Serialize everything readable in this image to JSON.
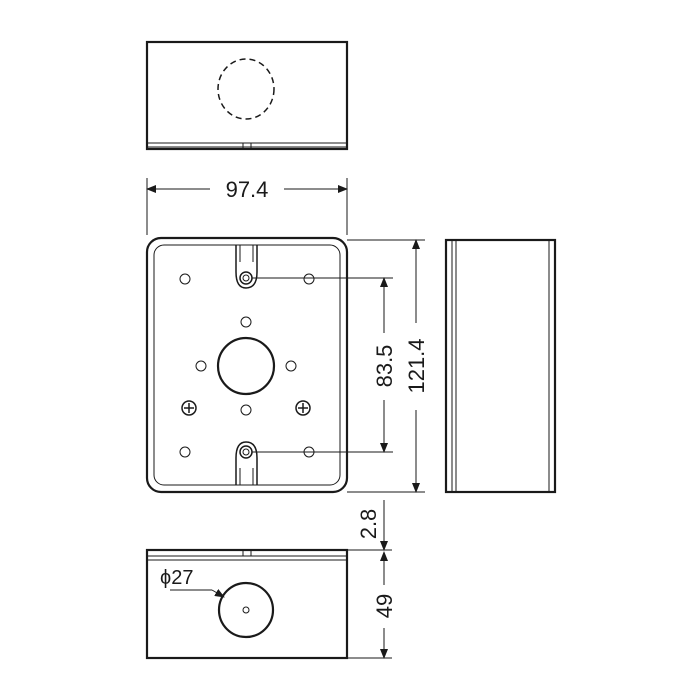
{
  "dimensions": {
    "width": "97.4",
    "height": "121.4",
    "hole_spacing": "83.5",
    "cover_offset": "2.8",
    "depth": "49",
    "knockout_diameter": "ϕ27"
  }
}
